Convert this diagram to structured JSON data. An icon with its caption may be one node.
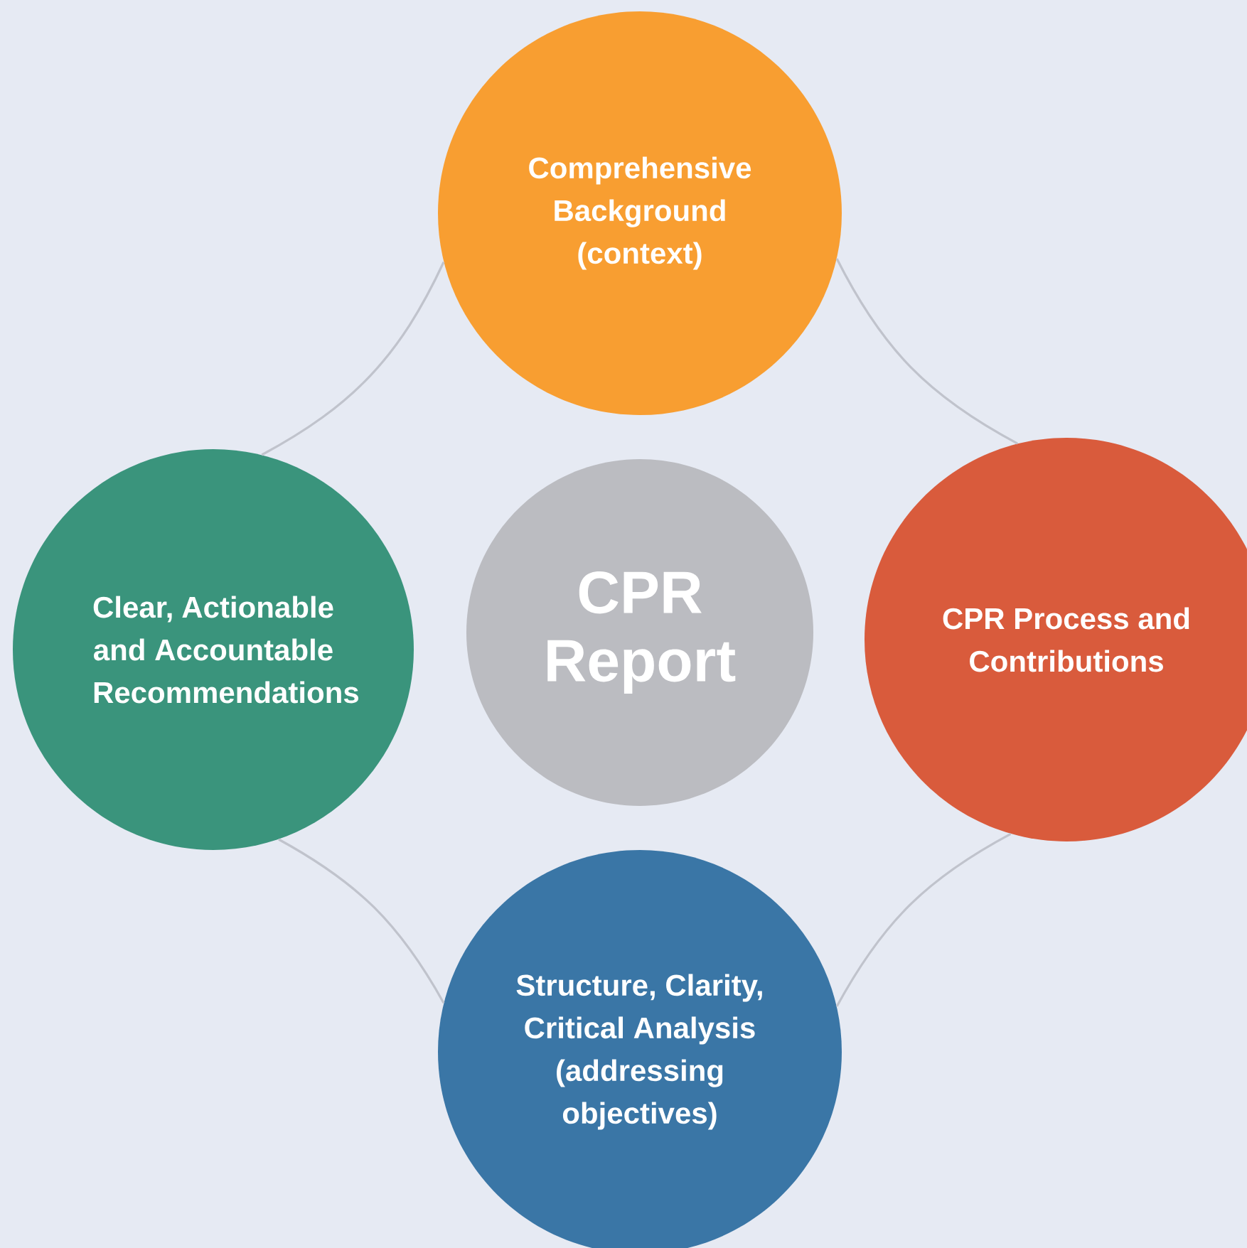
{
  "diagram": {
    "nodes": [
      {
        "text": [
          "Comprehensive Background (context)"
        ]
      },
      {
        "text": [
          "Clear, Actionable and Accountable Recommendations"
        ]
      },
      {
        "text": [
          "CPR Report"
        ]
      },
      {
        "text": [
          "CPR Process and Contributions"
        ]
      },
      {
        "text": [
          "Structure, Clarity, Critical Analysis (addressing objectives)"
        ]
      }
    ],
    "edges": [
      {
        "from": 0,
        "to": 3,
        "arrow": "none"
      },
      {
        "from": 3,
        "to": 4,
        "arrow": "none"
      },
      {
        "from": 4,
        "to": 1,
        "arrow": "none"
      },
      {
        "from": 1,
        "to": 0,
        "arrow": "none"
      }
    ]
  }
}
